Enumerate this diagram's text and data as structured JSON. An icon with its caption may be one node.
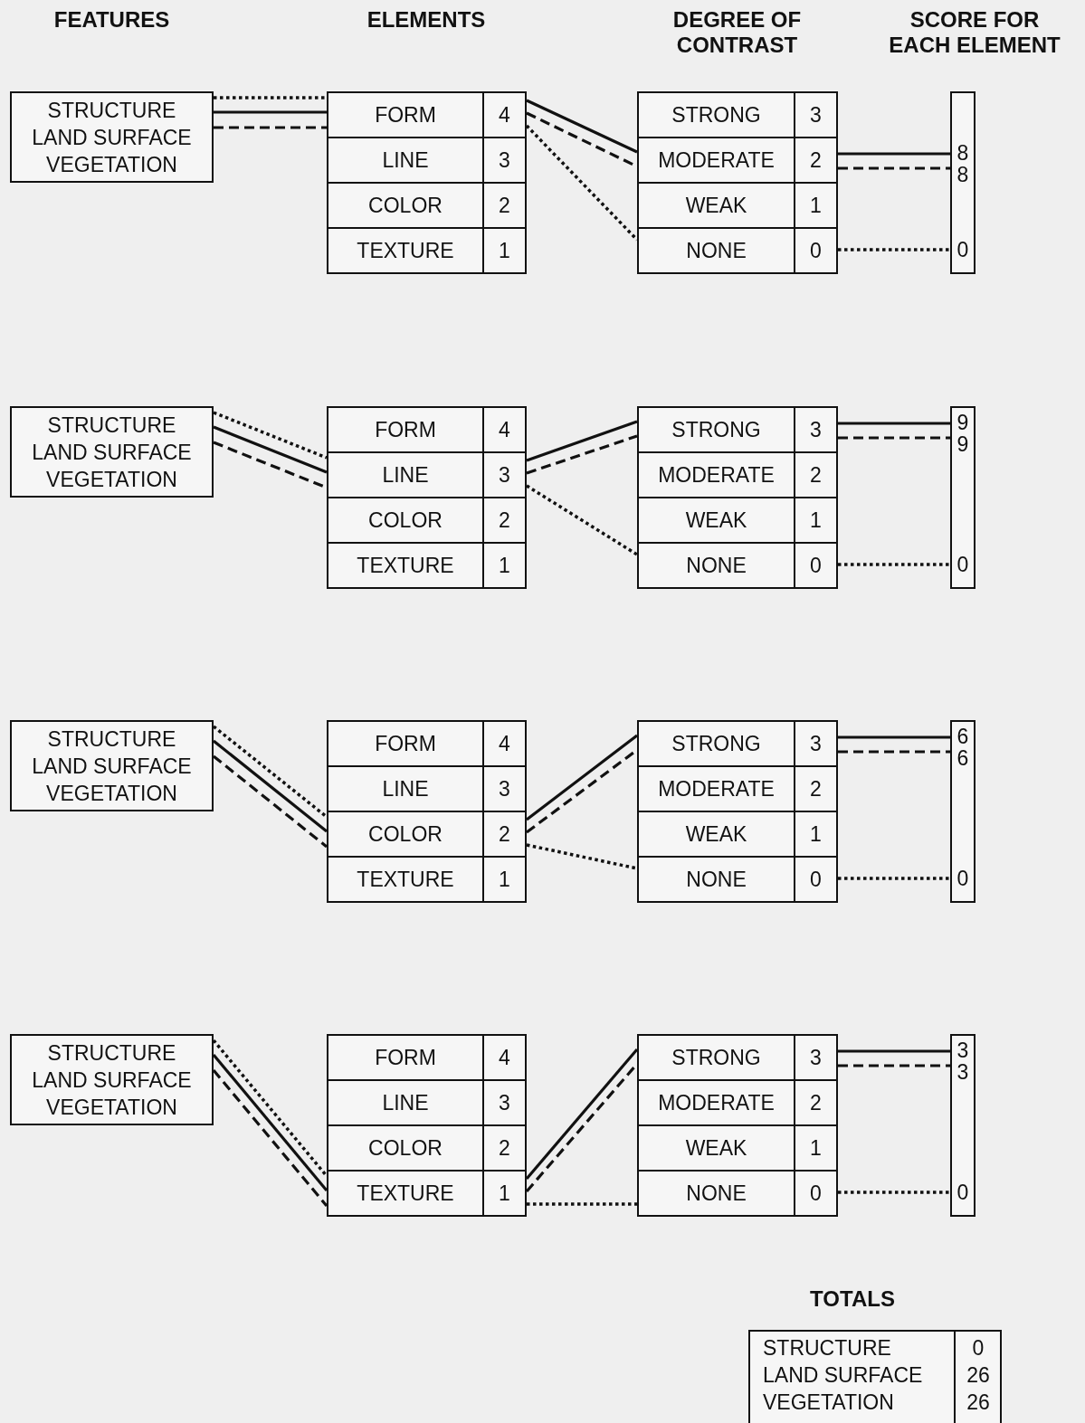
{
  "diagram": {
    "nodes": [
      {
        "text": [
          "STRUCTURE",
          "LAND SURFACE",
          "VEGETATION"
        ]
      },
      {
        "text": [
          "FORM",
          "4"
        ]
      },
      {
        "text": [
          "LINE",
          "3"
        ]
      },
      {
        "text": [
          "COLOR",
          "2"
        ]
      },
      {
        "text": [
          "TEXTURE",
          "1"
        ]
      },
      {
        "text": [
          "STRONG",
          "3"
        ]
      },
      {
        "text": [
          "MODERATE",
          "2"
        ]
      },
      {
        "text": [
          "WEAK",
          "1"
        ]
      },
      {
        "text": [
          "NONE",
          "0"
        ]
      },
      {
        "text": [],
        "shape": "bar"
      },
      {
        "text": [
          "8"
        ],
        "in": 9
      },
      {
        "text": [
          "8"
        ],
        "in": 9
      },
      {
        "text": [
          "0"
        ],
        "in": 9
      },
      {
        "text": [
          "STRUCTURE",
          "LAND SURFACE",
          "VEGETATION"
        ]
      },
      {
        "text": [
          "FORM",
          "4"
        ]
      },
      {
        "text": [
          "LINE",
          "3"
        ]
      },
      {
        "text": [
          "COLOR",
          "2"
        ]
      },
      {
        "text": [
          "TEXTURE",
          "1"
        ]
      },
      {
        "text": [
          "STRONG",
          "3"
        ]
      },
      {
        "text": [
          "MODERATE",
          "2"
        ]
      },
      {
        "text": [
          "WEAK",
          "1"
        ]
      },
      {
        "text": [
          "NONE",
          "0"
        ]
      },
      {
        "text": [],
        "shape": "bar"
      },
      {
        "text": [
          "9"
        ],
        "in": 22
      },
      {
        "text": [
          "9"
        ],
        "in": 22
      },
      {
        "text": [
          "0"
        ],
        "in": 22
      },
      {
        "text": [
          "STRUCTURE",
          "LAND SURFACE",
          "VEGETATION"
        ]
      },
      {
        "text": [
          "FORM",
          "4"
        ]
      },
      {
        "text": [
          "LINE",
          "3"
        ]
      },
      {
        "text": [
          "COLOR",
          "2"
        ]
      },
      {
        "text": [
          "TEXTURE",
          "1"
        ]
      },
      {
        "text": [
          "STRONG",
          "3"
        ]
      },
      {
        "text": [
          "MODERATE",
          "2"
        ]
      },
      {
        "text": [
          "WEAK",
          "1"
        ]
      },
      {
        "text": [
          "NONE",
          "0"
        ]
      },
      {
        "text": [],
        "shape": "bar"
      },
      {
        "text": [
          "6"
        ],
        "in": 35
      },
      {
        "text": [
          "6"
        ],
        "in": 35
      },
      {
        "text": [
          "0"
        ],
        "in": 35
      },
      {
        "text": [
          "STRUCTURE",
          "LAND SURFACE",
          "VEGETATION"
        ]
      },
      {
        "text": [
          "FORM",
          "4"
        ]
      },
      {
        "text": [
          "LINE",
          "3"
        ]
      },
      {
        "text": [
          "COLOR",
          "2"
        ]
      },
      {
        "text": [
          "TEXTURE",
          "1"
        ]
      },
      {
        "text": [
          "STRONG",
          "3"
        ]
      },
      {
        "text": [
          "MODERATE",
          "2"
        ]
      },
      {
        "text": [
          "WEAK",
          "1"
        ]
      },
      {
        "text": [
          "NONE",
          "0"
        ]
      },
      {
        "text": [],
        "shape": "bar"
      },
      {
        "text": [
          "3"
        ],
        "in": 48
      },
      {
        "text": [
          "3"
        ],
        "in": 48
      },
      {
        "text": [
          "0"
        ],
        "in": 48
      }
    ],
    "edges": [
      {
        "from": 0,
        "to": 1,
        "arrow": "none",
        "style": "dashed"
      },
      {
        "from": 0,
        "to": 1,
        "arrow": "none"
      },
      {
        "from": 0,
        "to": 1,
        "arrow": "none",
        "style": "dashed"
      },
      {
        "from": 1,
        "to": 6,
        "arrow": "none"
      },
      {
        "from": 1,
        "to": 6,
        "arrow": "none",
        "style": "dashed"
      },
      {
        "from": 1,
        "to": 8,
        "arrow": "none",
        "style": "dashed"
      },
      {
        "from": 6,
        "to": 10,
        "arrow": "none"
      },
      {
        "from": 6,
        "to": 11,
        "arrow": "none",
        "style": "dashed"
      },
      {
        "from": 8,
        "to": 12,
        "arrow": "none",
        "style": "dashed"
      },
      {
        "from": 13,
        "to": 15,
        "arrow": "none",
        "style": "dashed"
      },
      {
        "from": 13,
        "to": 15,
        "arrow": "none"
      },
      {
        "from": 13,
        "to": 15,
        "arrow": "none",
        "style": "dashed"
      },
      {
        "from": 15,
        "to": 18,
        "arrow": "none"
      },
      {
        "from": 15,
        "to": 18,
        "arrow": "none",
        "style": "dashed"
      },
      {
        "from": 15,
        "to": 21,
        "arrow": "none",
        "style": "dashed"
      },
      {
        "from": 18,
        "to": 23,
        "arrow": "none"
      },
      {
        "from": 18,
        "to": 24,
        "arrow": "none",
        "style": "dashed"
      },
      {
        "from": 21,
        "to": 25,
        "arrow": "none",
        "style": "dashed"
      },
      {
        "from": 26,
        "to": 29,
        "arrow": "none",
        "style": "dashed"
      },
      {
        "from": 26,
        "to": 29,
        "arrow": "none"
      },
      {
        "from": 26,
        "to": 29,
        "arrow": "none",
        "style": "dashed"
      },
      {
        "from": 29,
        "to": 31,
        "arrow": "none"
      },
      {
        "from": 29,
        "to": 31,
        "arrow": "none",
        "style": "dashed"
      },
      {
        "from": 29,
        "to": 34,
        "arrow": "none",
        "style": "dashed"
      },
      {
        "from": 31,
        "to": 36,
        "arrow": "none"
      },
      {
        "from": 31,
        "to": 37,
        "arrow": "none",
        "style": "dashed"
      },
      {
        "from": 34,
        "to": 38,
        "arrow": "none",
        "style": "dashed"
      },
      {
        "from": 39,
        "to": 43,
        "arrow": "none",
        "style": "dashed"
      },
      {
        "from": 39,
        "to": 43,
        "arrow": "none"
      },
      {
        "from": 39,
        "to": 43,
        "arrow": "none",
        "style": "dashed"
      },
      {
        "from": 43,
        "to": 44,
        "arrow": "none"
      },
      {
        "from": 43,
        "to": 44,
        "arrow": "none",
        "style": "dashed"
      },
      {
        "from": 43,
        "to": 47,
        "arrow": "none",
        "style": "dashed"
      },
      {
        "from": 44,
        "to": 49,
        "arrow": "none"
      },
      {
        "from": 44,
        "to": 50,
        "arrow": "none",
        "style": "dashed"
      },
      {
        "from": 47,
        "to": 51,
        "arrow": "none",
        "style": "dashed"
      }
    ],
    "labels": [
      "FEATURES",
      "ELEMENTS",
      "DEGREE OF CONTRAST",
      "SCORE FOR EACH ELEMENT",
      "TOTALS",
      "STRUCTURE",
      "0",
      "LAND SURFACE",
      "26",
      "VEGETATION",
      "26"
    ]
  }
}
